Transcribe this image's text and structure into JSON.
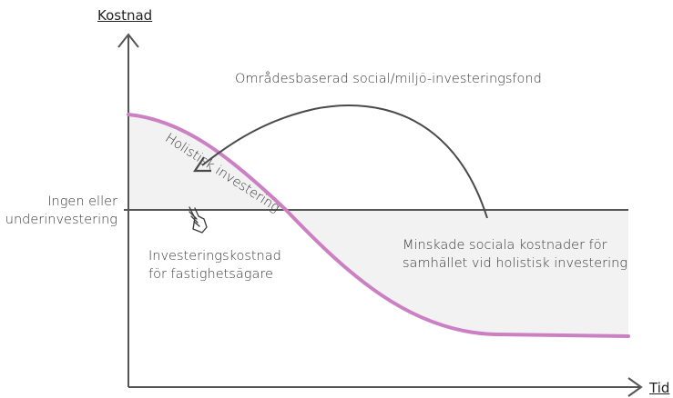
{
  "axes": {
    "y_label": "Kostnad",
    "x_label": "Tid"
  },
  "labels": {
    "baseline": "Ingen eller\nunderinvestering",
    "fund": "Områdesbaserad social/miljö-investeringsfond",
    "holistic": "Holistisk investering",
    "owner_cost": "Investeringskostnad\nför fastighetsägare",
    "savings": "Minskade sociala kostnader för\nsamhället vid holistisk investering"
  },
  "colors": {
    "curve": "#cc80c4",
    "shade": "#f2f2f2",
    "axis": "#555555",
    "arrow": "#4a4a4a"
  },
  "icons": {
    "pointer": "hand-pointer-icon"
  }
}
